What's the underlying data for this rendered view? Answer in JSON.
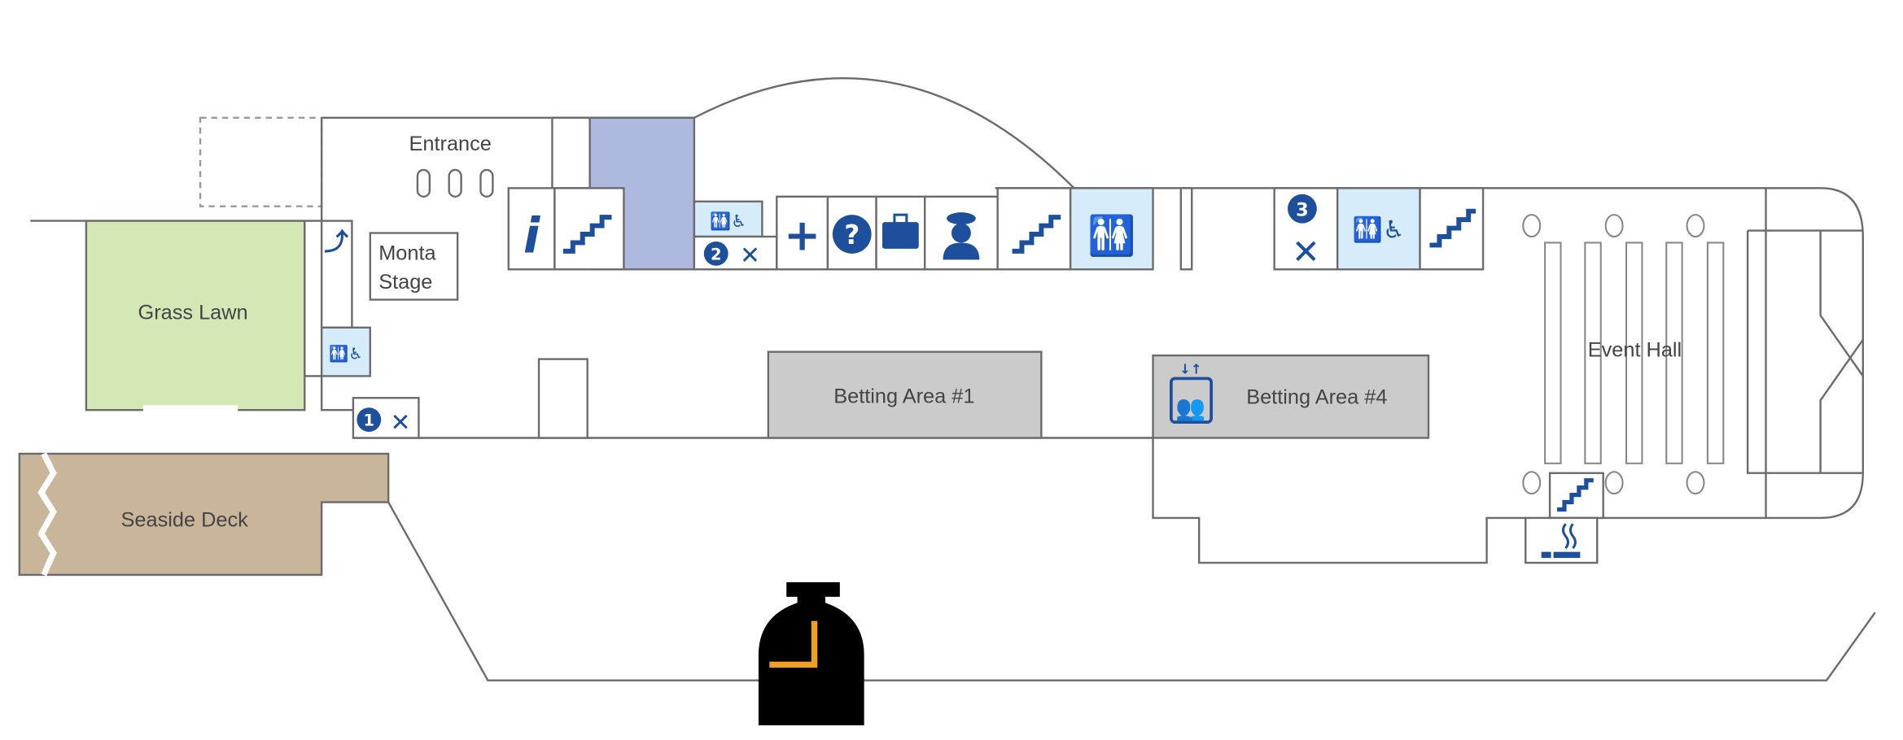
{
  "labels": {
    "entrance": "Entrance",
    "monta_stage_1": "Monta",
    "monta_stage_2": "Stage",
    "grass_lawn": "Grass Lawn",
    "seaside_deck": "Seaside Deck",
    "betting_area_1": "Betting Area #1",
    "betting_area_4": "Betting Area #4",
    "event_hall": "Event Hall"
  },
  "restaurants": {
    "r1": "1",
    "r2": "2",
    "r3": "3"
  },
  "colors": {
    "icon": "#1e4f9c",
    "grass": "#d3e8b5",
    "deck": "#c9b59a",
    "betting": "#cbcbcb",
    "restroom_bg": "#d6ecfb",
    "column": "#aeb9e0",
    "marker": "#000000",
    "marker_accent": "#f0a020"
  }
}
